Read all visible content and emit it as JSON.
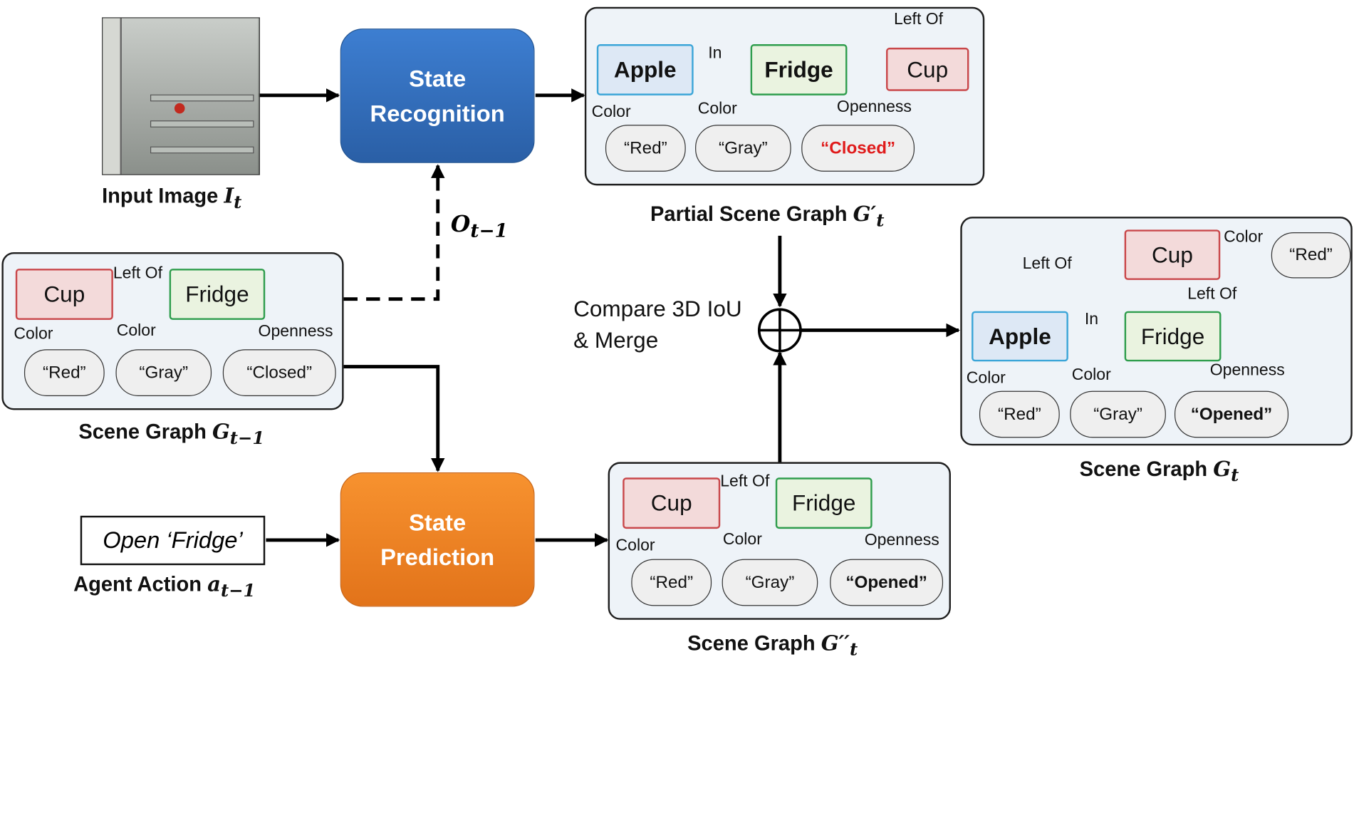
{
  "input_image": {
    "caption": "Input Image",
    "symbol": "I",
    "sub": "t"
  },
  "state_recognition": {
    "line1": "State",
    "line2": "Recognition"
  },
  "state_prediction": {
    "line1": "State",
    "line2": "Prediction"
  },
  "obs_label": {
    "symbol": "O",
    "sub": "t−1"
  },
  "agent_action": {
    "text": "Open ‘Fridge’",
    "caption": "Agent Action",
    "symbol": "a",
    "sub": "t−1"
  },
  "merge": {
    "line1": "Compare 3D IoU",
    "line2": "& Merge"
  },
  "partial_graph": {
    "caption": "Partial Scene Graph",
    "symbol": "G′",
    "sub": "t",
    "apple": "Apple",
    "fridge": "Fridge",
    "cup": "Cup",
    "edge_in": "In",
    "edge_leftof": "Left Of",
    "edge_color1": "Color",
    "edge_color2": "Color",
    "edge_openness": "Openness",
    "val_red": "“Red”",
    "val_gray": "“Gray”",
    "val_closed": "“Closed”"
  },
  "prev_graph": {
    "caption": "Scene Graph",
    "symbol": "G",
    "sub": "t−1",
    "cup": "Cup",
    "fridge": "Fridge",
    "edge_leftof": "Left Of",
    "edge_color1": "Color",
    "edge_color2": "Color",
    "edge_openness": "Openness",
    "val_red": "“Red”",
    "val_gray": "“Gray”",
    "val_closed": "“Closed”"
  },
  "pred_graph": {
    "caption": "Scene Graph",
    "symbol": "G′′",
    "sub": "t",
    "cup": "Cup",
    "fridge": "Fridge",
    "edge_leftof": "Left Of",
    "edge_color1": "Color",
    "edge_color2": "Color",
    "edge_openness": "Openness",
    "val_red": "“Red”",
    "val_gray": "“Gray”",
    "val_opened": "“Opened”"
  },
  "final_graph": {
    "caption": "Scene Graph",
    "symbol": "G",
    "sub": "t",
    "cup": "Cup",
    "apple": "Apple",
    "fridge": "Fridge",
    "edge_color_cup": "Color",
    "edge_leftof_apple": "Left Of",
    "edge_leftof_fridge": "Left Of",
    "edge_in": "In",
    "edge_color1": "Color",
    "edge_color2": "Color",
    "edge_openness": "Openness",
    "val_cup_red": "“Red”",
    "val_red": "“Red”",
    "val_gray": "“Gray”",
    "val_opened": "“Opened”"
  },
  "colors": {
    "recognition_blue": "#2f6bb8",
    "prediction_orange": "#ee8224",
    "node_red_fill": "#f3dada",
    "node_green_fill": "#eaf3e0",
    "node_blue_fill": "#dde8f5",
    "closed_red": "#e01b1b",
    "panel_fill": "#eef3f8"
  },
  "icons": {
    "merge": "circle-plus-icon"
  }
}
